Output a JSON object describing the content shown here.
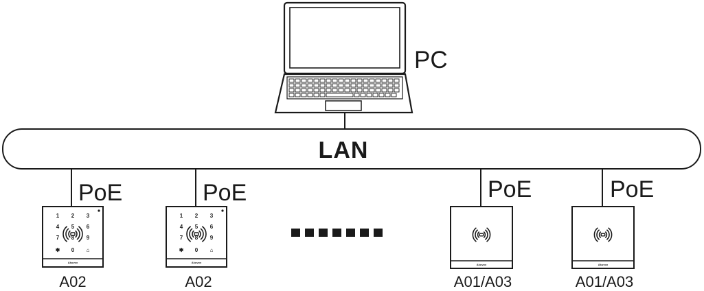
{
  "pc_label": "PC",
  "lan_label": "LAN",
  "connections": [
    {
      "link_label": "PoE",
      "model": "A02",
      "kind": "keypad"
    },
    {
      "link_label": "PoE",
      "model": "A02",
      "kind": "keypad"
    },
    {
      "link_label": "PoE",
      "model": "A01/A03",
      "kind": "reader"
    },
    {
      "link_label": "PoE",
      "model": "A01/A03",
      "kind": "reader"
    }
  ],
  "keypad_keys": [
    "1",
    "2",
    "3",
    "4",
    "5",
    "6",
    "7",
    "8",
    "9",
    "✱",
    "0",
    "⌂"
  ],
  "brand": "Akuvox",
  "continuation": "more-devices-dots"
}
